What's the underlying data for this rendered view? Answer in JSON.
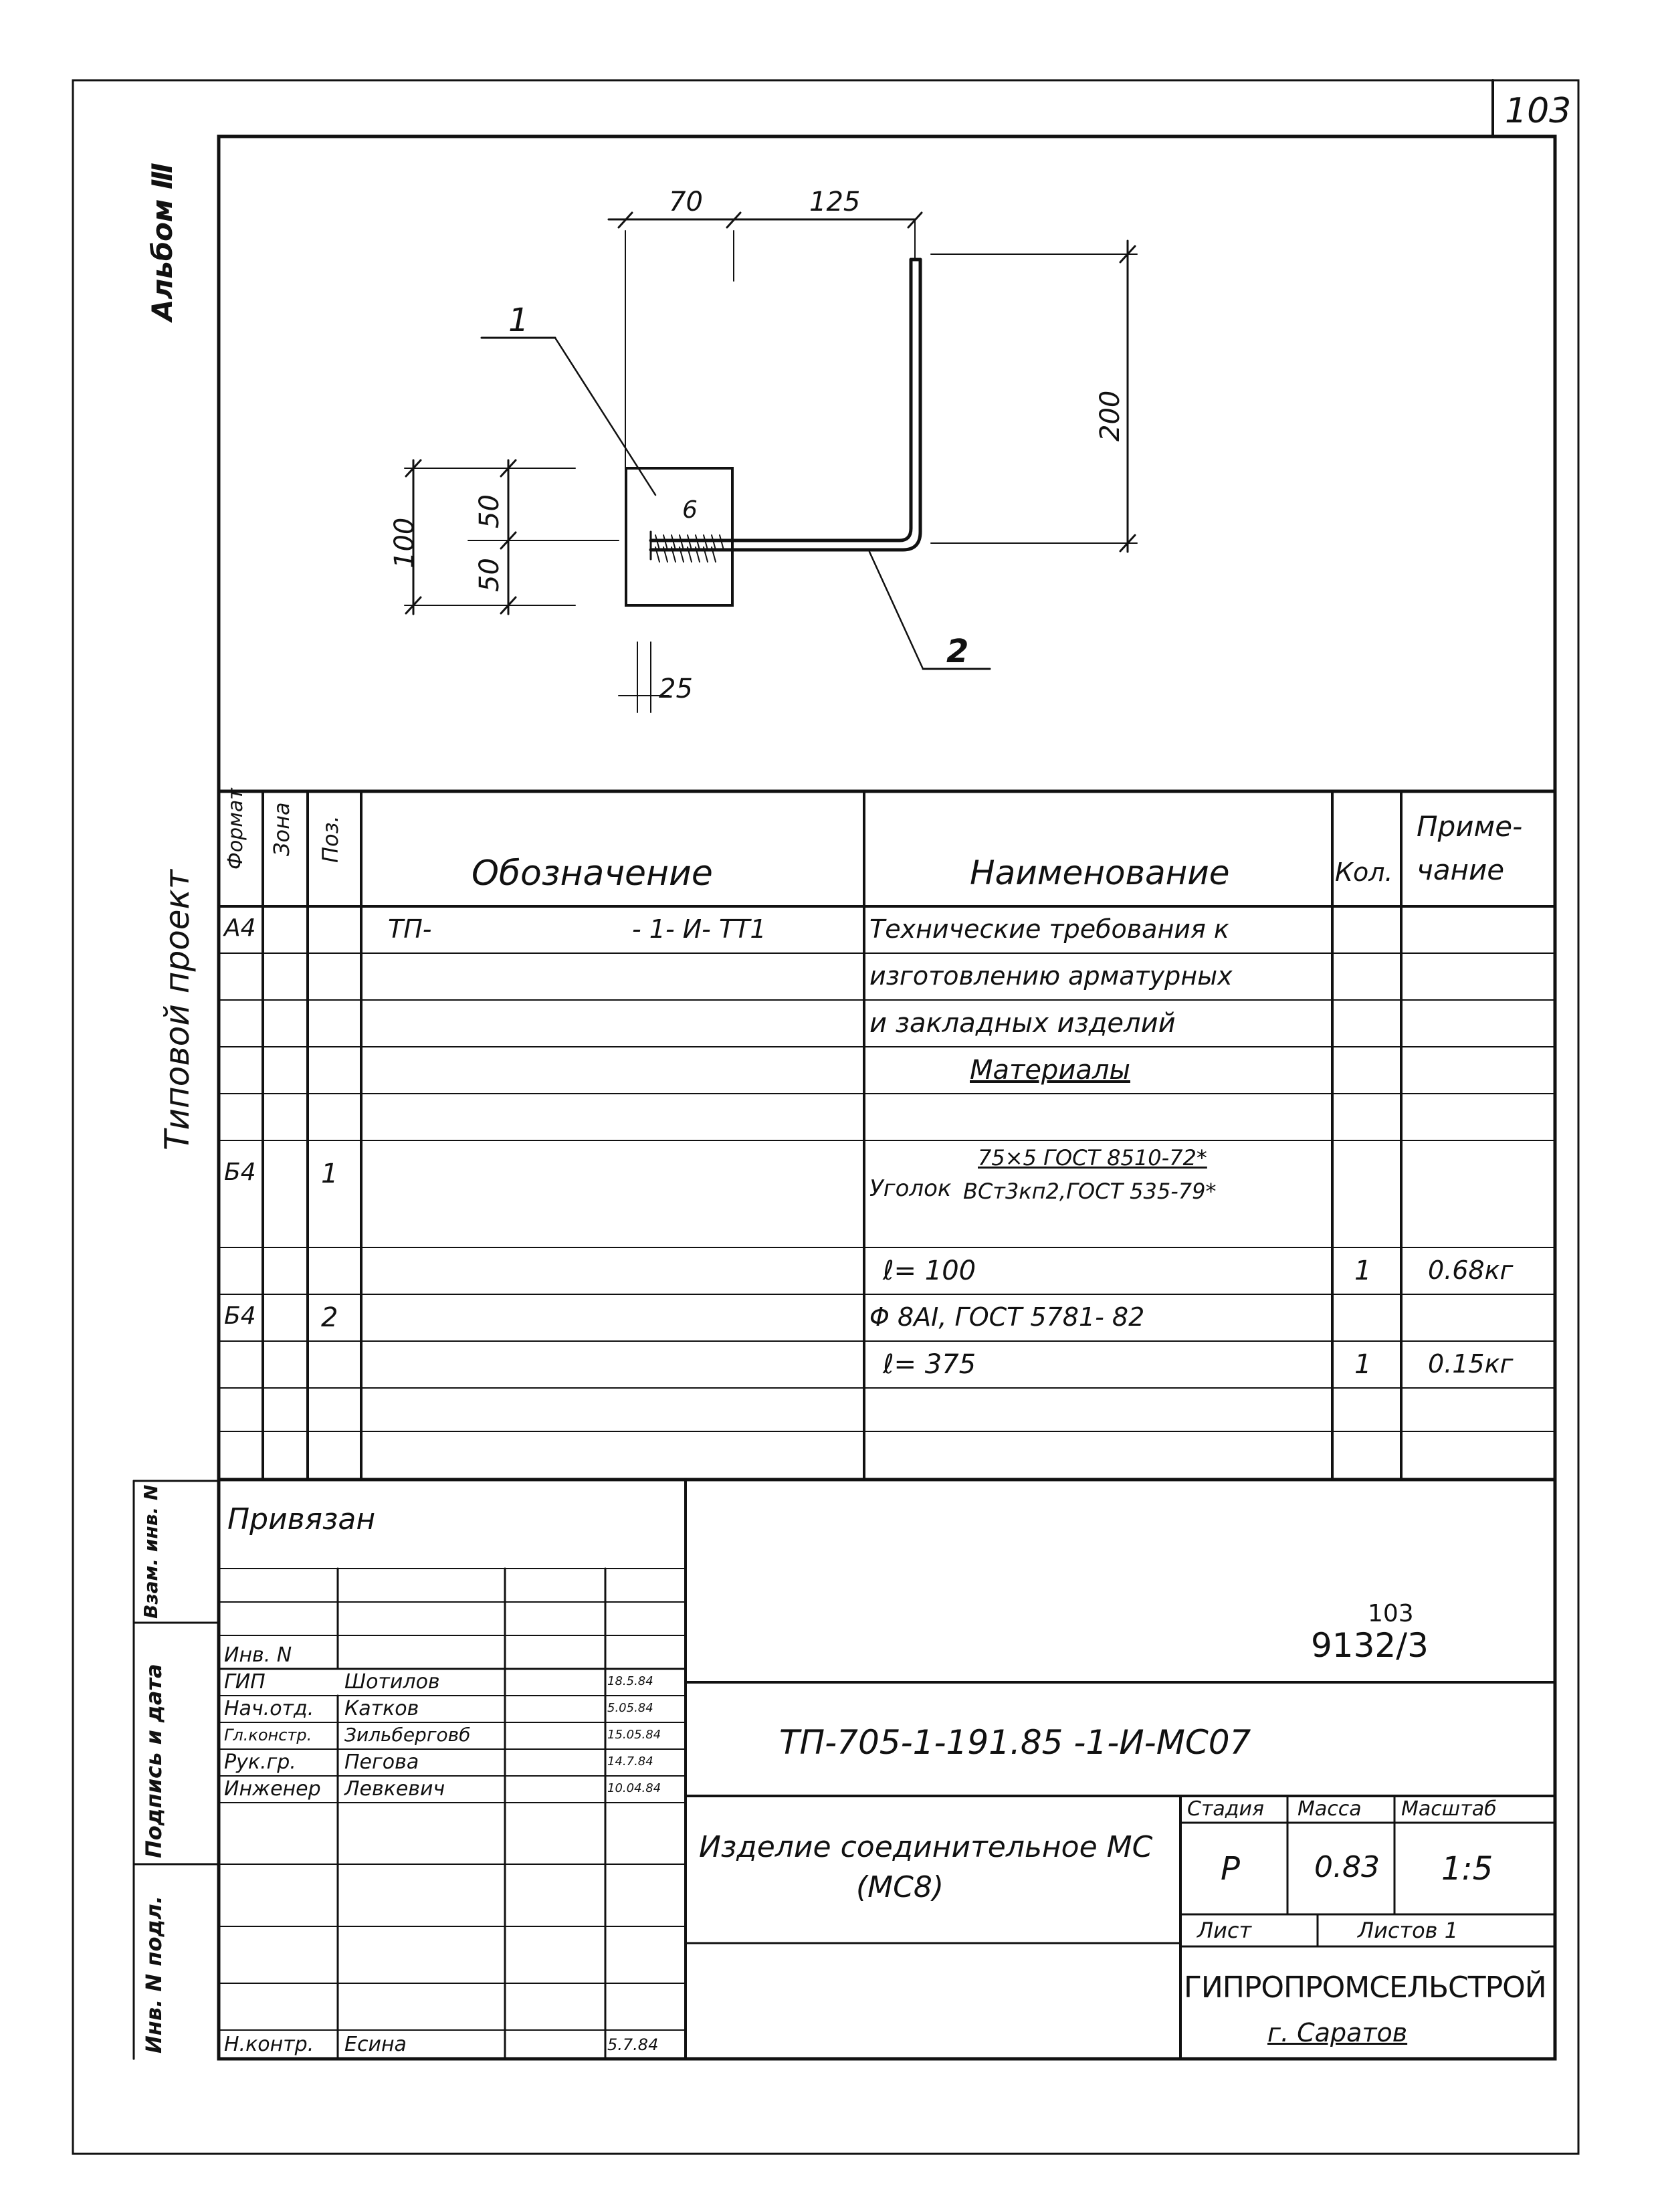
{
  "sheet_number": "103",
  "album": "Альбом Ⅲ",
  "side_label_project": "Типовой проект",
  "drawing": {
    "dims": {
      "d70": "70",
      "d125": "125",
      "d200": "200",
      "d100": "100",
      "d50a": "50",
      "d50b": "50",
      "d25": "25",
      "d6": "6"
    },
    "pos1": "1",
    "pos2": "2"
  },
  "spec": {
    "headers": {
      "format": "Формат",
      "zone": "Зона",
      "pos": "Поз.",
      "designation": "Обозначение",
      "name": "Наименование",
      "qty": "Кол.",
      "note": "Приме-чание"
    },
    "header_note_line1": "Приме-",
    "header_note_line2": "чание",
    "rows": {
      "r1_format": "А4",
      "r1_designation_prefix": "ТП-",
      "r1_designation_suffix": "- 1- И- ТТ1",
      "r1_name": "Технические требования к",
      "r2_name": "изготовлению арматурных",
      "r3_name": "и закладных изделий",
      "r4_name": "Материалы",
      "r5_format": "Б4",
      "r5_pos": "1",
      "r5_name_prefix": "Уголок",
      "r5_name_top": "75×5 ГОСТ 8510-72*",
      "r5_name_bottom": "ВСт3кп2,ГОСТ 535-79*",
      "r6_name": "ℓ= 100",
      "r6_qty": "1",
      "r6_note": "0.68кг",
      "r7_format": "Б4",
      "r7_pos": "2",
      "r7_name": "Φ 8АⅠ, ГОСТ 5781- 82",
      "r8_name": "ℓ= 375",
      "r8_qty": "1",
      "r8_note": "0.15кг"
    }
  },
  "title_block": {
    "privyazan": "Привязан",
    "inv_no": "Инв. N",
    "code_number": "103",
    "code": "9132/3",
    "roles": [
      {
        "role": "ГИП",
        "name": "Шотилов",
        "date": "18.5.84"
      },
      {
        "role": "Нач.отд.",
        "name": "Катков",
        "date": "5.05.84"
      },
      {
        "role": "Гл.констр.",
        "name": "Зильберговб",
        "date": "15.05.84"
      },
      {
        "role": "Рук.гр.",
        "name": "Пегова",
        "date": "14.7.84"
      },
      {
        "role": "Инженер",
        "name": "Левкевич",
        "date": "10.04.84"
      }
    ],
    "nkontr": {
      "role": "Н.контр.",
      "name": "Есина",
      "date": "5.7.84"
    },
    "doc_code": "ТП-705-1-191.85  -1-И-МС07",
    "title_line1": "Изделие соединительное МС",
    "title_line2": "(МС8)",
    "stage_label": "Стадия",
    "mass_label": "Масса",
    "scale_label": "Масштаб",
    "stage": "Р",
    "mass": "0.83",
    "scale": "1:5",
    "sheet_label": "Лист",
    "sheets_label": "Листов 1",
    "org": "ГИПРОПРОМСЕЛЬСТРОЙ",
    "city": "г. Саратов"
  },
  "left_strip": {
    "vzam": "Взам. инв. N",
    "podpis": "Подпись и дата",
    "inv_podl": "Инв. N подл."
  }
}
